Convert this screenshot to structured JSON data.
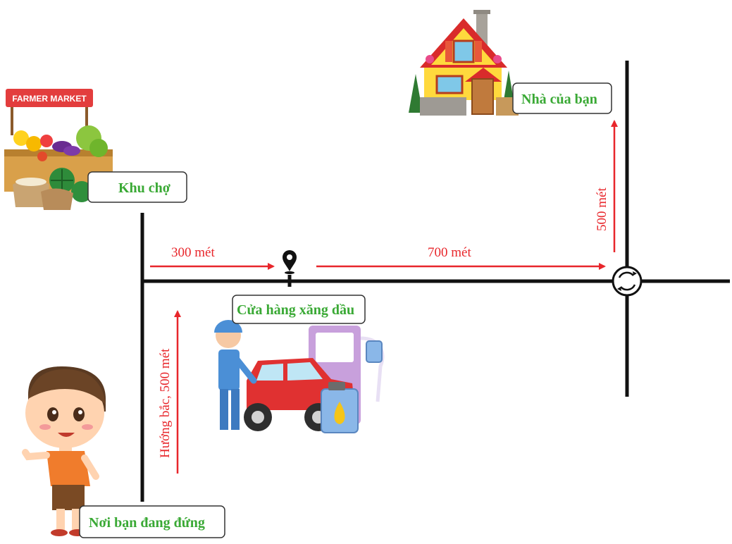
{
  "labels": {
    "market": "Khu chợ",
    "home": "Nhà của bạn",
    "gas_station": "Cửa hàng xăng dầu",
    "you_are_here": "Nơi bạn đang đứng"
  },
  "market_sign": "FARMER MARKET",
  "distances": {
    "segment_1": "300 mét",
    "segment_2": "700 mét",
    "north_leg": "Hướng bắc, 500 mét",
    "final_leg": "500 mét"
  },
  "icons": [
    "farmer-market-stall",
    "house",
    "gas-station-with-car",
    "boy-character",
    "map-pin",
    "roundabout"
  ],
  "colors": {
    "label_text": "#3aa935",
    "arrow": "#e8262b",
    "road": "#111111",
    "box_border": "#333333"
  }
}
